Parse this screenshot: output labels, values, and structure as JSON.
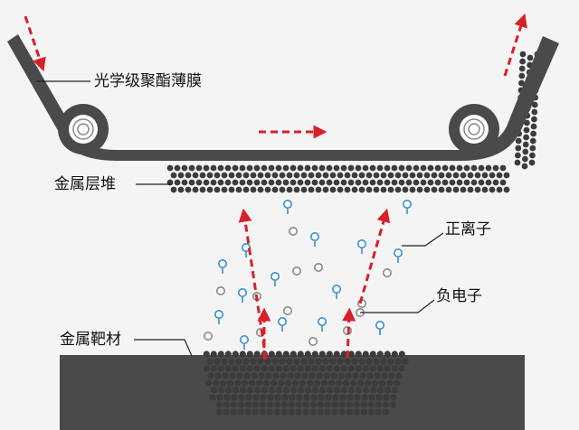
{
  "labels": {
    "film": "光学级聚酯薄膜",
    "metal_stack": "金属层堆",
    "positive_ion": "正离子",
    "electron": "负电子",
    "target": "金属靶材"
  },
  "colors": {
    "background": "#f4f4f4",
    "film": "#4a4a4a",
    "particle": "#3c3c3c",
    "arrow": "#d8202a",
    "ion": "#3a8fc8",
    "electron": "#888888"
  },
  "icons": {
    "roller": "roller-icon",
    "ion": "positive-ion-icon",
    "electron": "electron-icon",
    "arrow": "motion-arrow-icon"
  }
}
